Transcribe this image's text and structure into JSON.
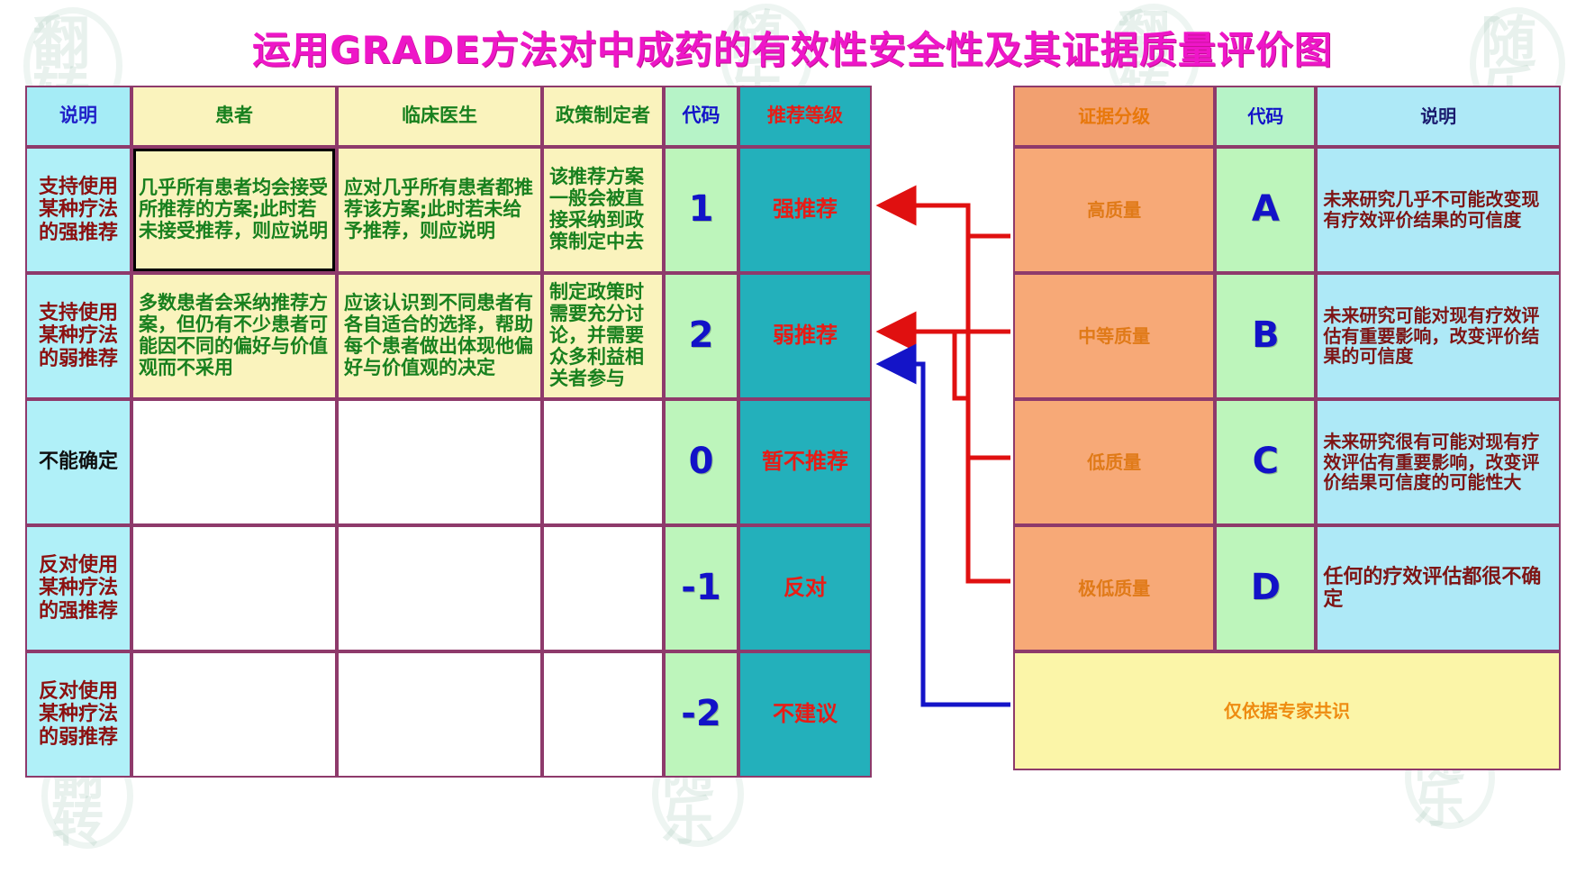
{
  "title": "运用GRADE方法对中成药的有效性安全性及其证据质量评价图",
  "colors": {
    "title": "#ee16c8",
    "border": "#8e3a6b",
    "cyan": "#b0f0f8",
    "yellow": "#faf3bd",
    "green": "#bdf5bb",
    "teal": "#23b0bb",
    "orange": "#f7a977",
    "lightblue": "#aee9f7",
    "lemon": "#fbf5a8",
    "red_text": "#e81c16",
    "blue_text": "#1212c8",
    "green_text": "#18801e",
    "darkred_text": "#8c1010",
    "arrow_red": "#e01010",
    "arrow_blue": "#1414c8"
  },
  "recommendation_table": {
    "headers": [
      "说明",
      "患者",
      "临床医生",
      "政策制定者",
      "代码",
      "推荐等级"
    ],
    "rows": [
      {
        "note": "支持使用某种疗法的强推荐",
        "patient": "几乎所有患者均会接受所推荐的方案;此时若未接受推荐，则应说明",
        "clinician": "应对几乎所有患者都推荐该方案;此时若未给予推荐，则应说明",
        "policy": "该推荐方案一般会被直接采纳到政策制定中去",
        "code": "1",
        "grade": "强推荐",
        "highlight": true
      },
      {
        "note": "支持使用某种疗法的弱推荐",
        "patient": "多数患者会采纳推荐方案，但仍有不少患者可能因不同的偏好与价值观而不采用",
        "clinician": "应该认识到不同患者有各自适合的选择，帮助每个患者做出体现他偏好与价值观的决定",
        "policy": "制定政策时需要充分讨论，并需要众多利益相关者参与",
        "code": "2",
        "grade": "弱推荐",
        "highlight": false
      },
      {
        "note": "不能确定",
        "patient": "",
        "clinician": "",
        "policy": "",
        "code": "0",
        "grade": "暂不推荐",
        "highlight": false
      },
      {
        "note": "反对使用某种疗法的强推荐",
        "patient": "",
        "clinician": "",
        "policy": "",
        "code": "-1",
        "grade": "反对",
        "highlight": false
      },
      {
        "note": "反对使用某种疗法的弱推荐",
        "patient": "",
        "clinician": "",
        "policy": "",
        "code": "-2",
        "grade": "不建议",
        "highlight": false
      }
    ]
  },
  "evidence_table": {
    "headers": [
      "证据分级",
      "代码",
      "说明"
    ],
    "rows": [
      {
        "level": "高质量",
        "code": "A",
        "desc": "未来研究几乎不可能改变现有疗效评价结果的可信度"
      },
      {
        "level": "中等质量",
        "code": "B",
        "desc": "未来研究可能对现有疗效评估有重要影响，改变评价结果的可信度"
      },
      {
        "level": "低质量",
        "code": "C",
        "desc": "未来研究很有可能对现有疗效评估有重要影响，改变评价结果可信度的可能性大"
      },
      {
        "level": "极低质量",
        "code": "D",
        "desc": "任何的疗效评估都很不确定"
      }
    ],
    "footer": "仅依据专家共识"
  },
  "watermarks": [
    "翻转",
    "随乐",
    "翻转",
    "随乐",
    "翻转",
    "随乐",
    "翻转"
  ]
}
